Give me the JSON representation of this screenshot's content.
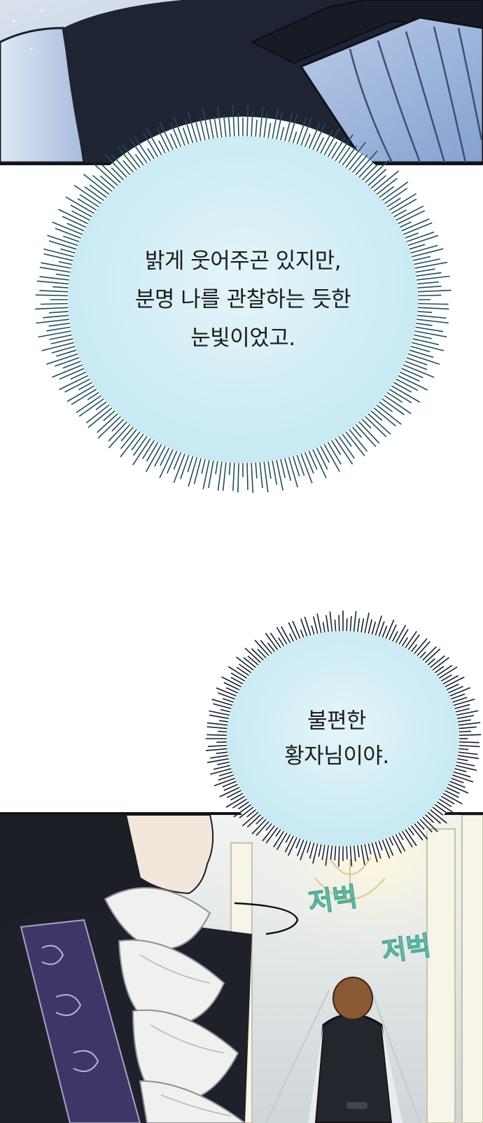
{
  "panels": {
    "top": {
      "colors": {
        "background": "#c7d3e4",
        "jacket": "#1d2230",
        "shirt": "#9fb6dd",
        "stripe": "#3e4e72"
      }
    },
    "bottom": {
      "colors": {
        "hair": "#1b1e24",
        "sash": "#3d3768",
        "cravat": "#f0f0ee",
        "hall": "#e6ecef",
        "servant_hair": "#8a5a37",
        "servant_vest": "#23262c"
      },
      "sfx": [
        "저벅",
        "저벅"
      ]
    }
  },
  "bubbles": [
    {
      "lines": [
        "밝게 웃어주곤 있지만,",
        "분명 나를 관찰하는 듯한",
        "눈빛이었고."
      ],
      "fill": "#c4e8f2",
      "burst": "#1f4e5b"
    },
    {
      "lines": [
        "불편한",
        "황자님이야."
      ],
      "fill": "#c4e8f2",
      "burst": "#142030"
    }
  ]
}
